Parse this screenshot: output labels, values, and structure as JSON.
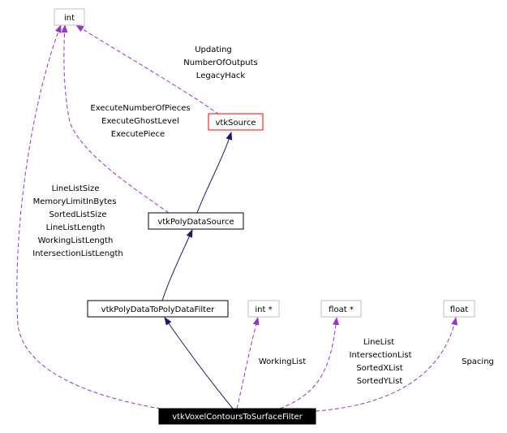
{
  "diagram": {
    "nodes": {
      "int": "int",
      "vtkSource": "vtkSource",
      "vtkPolyDataSource": "vtkPolyDataSource",
      "vtkPolyDataToPolyDataFilter": "vtkPolyDataToPolyDataFilter",
      "int_ptr": "int *",
      "float_ptr": "float *",
      "float": "float",
      "vtkVoxelContoursToSurfaceFilter": "vtkVoxelContoursToSurfaceFilter"
    },
    "labels": {
      "source_int": [
        "Updating",
        "NumberOfOutputs",
        "LegacyHack"
      ],
      "polysource_int": [
        "ExecuteNumberOfPieces",
        "ExecuteGhostLevel",
        "ExecutePiece"
      ],
      "voxel_int": [
        "LineListSize",
        "MemoryLimitInBytes",
        "SortedListSize",
        "LineListLength",
        "WorkingListLength",
        "IntersectionListLength"
      ],
      "voxel_intptr": [
        "WorkingList"
      ],
      "voxel_floatptr": [
        "LineList",
        "IntersectionList",
        "SortedXList",
        "SortedYList"
      ],
      "voxel_float": [
        "Spacing"
      ]
    },
    "colors": {
      "usage_edge": "#9a32cd",
      "inherit_edge": "#191970",
      "highlight_border": "#ff0000",
      "focus_fill": "#000000"
    }
  }
}
